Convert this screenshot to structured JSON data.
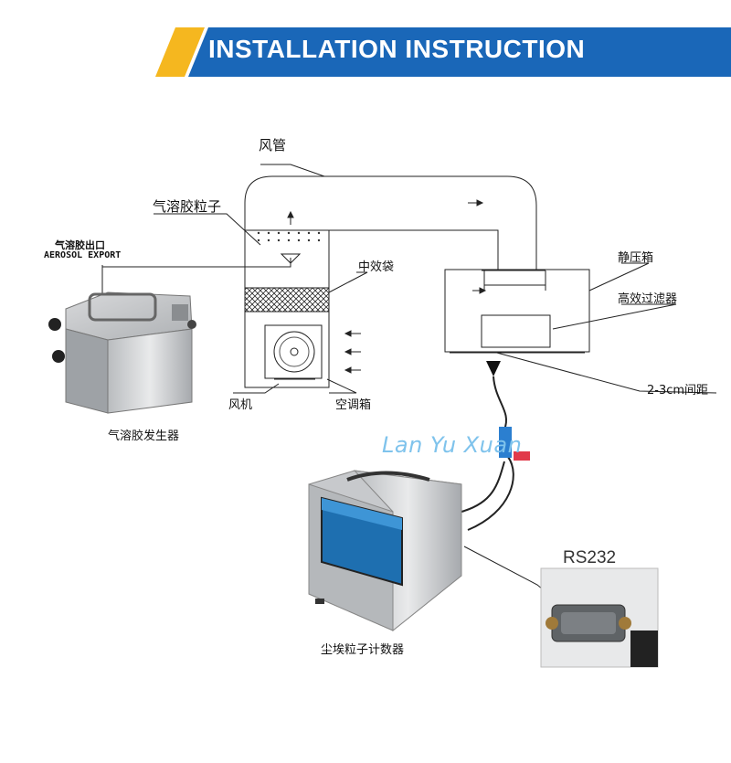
{
  "banner": {
    "title": "INSTALLATION INSTRUCTION",
    "accent_color": "#f5b71f",
    "bar_color": "#1a67b8"
  },
  "labels": {
    "duct": "风管",
    "aerosol_particles": "气溶胶粒子",
    "aerosol_outlet_cn": "气溶胶出口",
    "aerosol_outlet_en": "AEROSOL EXPORT",
    "aerosol_generator": "气溶胶发生器",
    "medium_filter": "中效袋",
    "fan": "风机",
    "ac_box": "空调箱",
    "static_box": "静压箱",
    "hepa_filter": "高效过滤器",
    "spacing": "2-3cm间距",
    "particle_counter": "尘埃粒子计数器",
    "rs232": "RS232",
    "watermark": "Lan Yu Xuan"
  },
  "icons": [
    "arrow-left-icon",
    "arrow-up-icon",
    "funnel-icon"
  ]
}
